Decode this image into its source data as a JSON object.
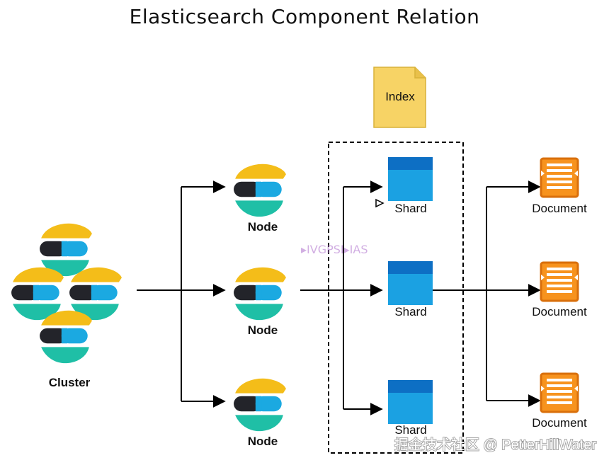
{
  "title": "Elasticsearch Component Relation",
  "cluster": {
    "label": "Cluster"
  },
  "nodes": [
    {
      "label": "Node"
    },
    {
      "label": "Node"
    },
    {
      "label": "Node"
    }
  ],
  "index": {
    "label": "Index"
  },
  "shards": [
    {
      "label": "Shard"
    },
    {
      "label": "Shard"
    },
    {
      "label": "Shard"
    }
  ],
  "documents": [
    {
      "label": "Document"
    },
    {
      "label": "Document"
    },
    {
      "label": "Document"
    }
  ],
  "watermark": "掘金技术社区 @ PetterHillWater",
  "faint_watermark": "▸IVGPSI▸IAS",
  "colors": {
    "logo_yellow": "#F4BD19",
    "logo_teal": "#1FBFA6",
    "logo_blue": "#1BA9E1",
    "logo_dark": "#23242A",
    "shard_top": "#0D6FC4",
    "shard_body": "#1BA1E2",
    "index_fill": "#F7D365",
    "index_border": "#D8B23A",
    "doc_orange": "#F7931E",
    "doc_border": "#D96F0B"
  }
}
